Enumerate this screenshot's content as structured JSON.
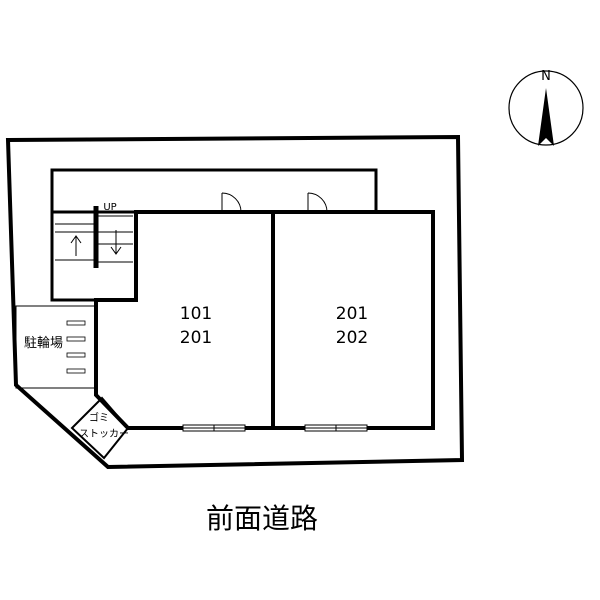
{
  "compass": {
    "north_label": "N"
  },
  "stairs": {
    "up_label": "UP"
  },
  "units": {
    "left": {
      "line1": "101",
      "line2": "201"
    },
    "right": {
      "line1": "201",
      "line2": "202"
    }
  },
  "bicycle_parking": {
    "label": "駐輪場"
  },
  "garbage_stocker": {
    "line1": "ゴミ",
    "line2": "ストッカー"
  },
  "road": {
    "label": "前面道路"
  }
}
